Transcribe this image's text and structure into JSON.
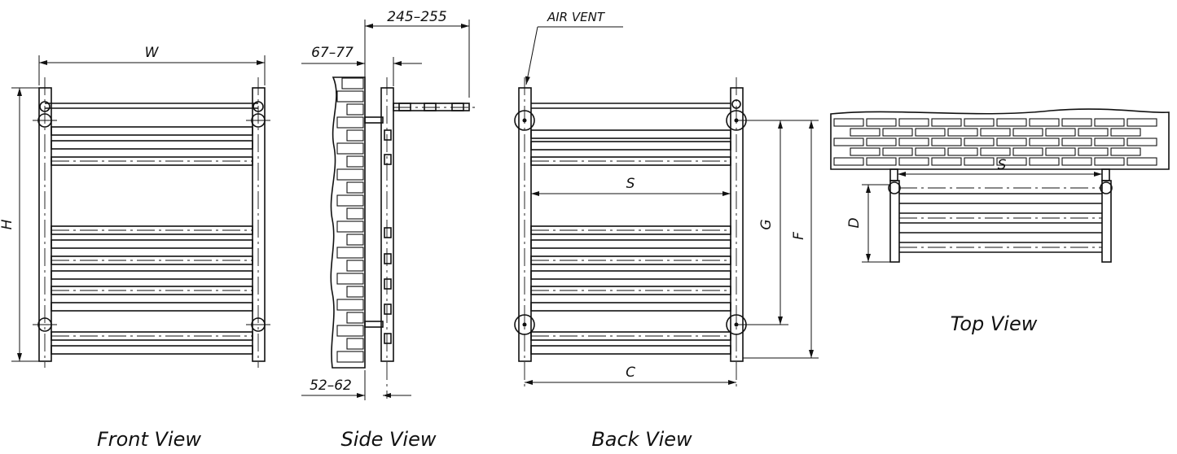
{
  "views": {
    "front": "Front View",
    "side": "Side View",
    "back": "Back View",
    "top": "Top View"
  },
  "dimensions": {
    "width": "W",
    "height": "H",
    "wall_offset_top": "67–77",
    "projection": "245–255",
    "wall_offset_bottom": "52–62",
    "air_vent": "AIR VENT",
    "spacing_s": "S",
    "dim_g": "G",
    "dim_f": "F",
    "dim_c": "C",
    "top_s": "S",
    "depth_d": "D"
  }
}
